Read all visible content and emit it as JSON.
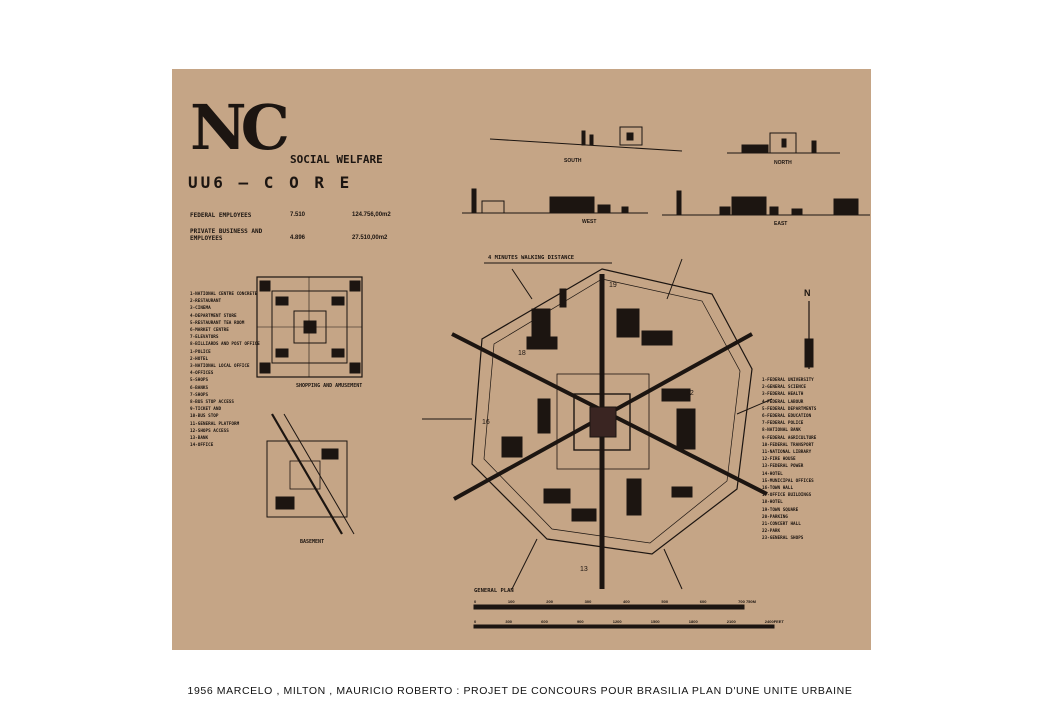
{
  "board": {
    "logo": "NC",
    "subtitle": "SOCIAL WELFARE",
    "unit_label": "UU6 — C O R E",
    "federal_employees": "FEDERAL EMPLOYEES",
    "federal_count": "7.510",
    "federal_total": "124.756,00m2",
    "private_business": "PRIVATE BUSINESS AND EMPLOYEES",
    "private_count": "4.896",
    "private_total": "27.510,00m2",
    "views": [
      "SOUTH",
      "NORTH",
      "WEST",
      "EAST"
    ],
    "walk_label": "4 MINUTES WALKING DISTANCE",
    "north": "N",
    "shopping_label": "SHOPPING AND AMUSEMENT",
    "basement_label": "BASEMENT",
    "general_plan": "GENERAL PLAN",
    "scale_top": [
      "0",
      "100",
      "200",
      "300",
      "400",
      "500",
      "600",
      "700 750M"
    ],
    "scale_bottom": [
      "0",
      "300",
      "600",
      "900",
      "1200",
      "1500",
      "1800",
      "2100",
      "2400FEET"
    ],
    "plan_numbers": [
      "19",
      "18",
      "16",
      "12",
      "13"
    ]
  },
  "legend_left": [
    "1-NATIONAL CENTRE CONCRETE",
    "2-RESTAURANT",
    "3-CINEMA",
    "4-DEPARTMENT STORE",
    "5-RESTAURANT TEA ROOM",
    "6-MARKET CENTRE",
    "7-ELEVATORS",
    "8-BILLIARDS AND POST OFFICE",
    "1-POLICE",
    "2-HOTEL",
    "3-NATIONAL LOCAL OFFICE",
    "4-OFFICES",
    "5-SHOPS",
    "6-BANKS",
    "7-SHOPS",
    "8-BUS STOP ACCESS",
    "9-TICKET AND",
    "10-BUS STOP",
    "11-GENERAL PLATFORM",
    "12-SHOPS ACCESS",
    "13-BANK",
    "14-OFFICE"
  ],
  "legend_right": [
    "1-FEDERAL UNIVERSITY",
    "2-GENERAL SCIENCE",
    "3-FEDERAL HEALTH",
    "4-FEDERAL LABOUR",
    "5-FEDERAL DEPARTMENTS",
    "6-FEDERAL EDUCATION",
    "7-FEDERAL POLICE",
    "8-NATIONAL BANK",
    "9-FEDERAL AGRICULTURE",
    "10-FEDERAL TRANSPORT",
    "11-NATIONAL LIBRARY",
    "12-FIRE HOUSE",
    "13-FEDERAL POWER",
    "14-HOTEL",
    "15-MUNICIPAL OFFICES",
    "16-TOWN HALL",
    "17-OFFICE BUILDINGS",
    "18-HOTEL",
    "19-TOWN SQUARE",
    "20-PARKING",
    "21-CONCERT HALL",
    "22-PARK",
    "23-GENERAL SHOPS"
  ],
  "caption": "1956  MARCELO ,  MILTON ,  MAURICIO  ROBERTO  :  PROJET  DE  CONCOURS  POUR  BRASILIA  PLAN D'UNE  UNITE  URBAINE",
  "colors": {
    "board": "#c9a98a",
    "ink": "#1c1511"
  }
}
